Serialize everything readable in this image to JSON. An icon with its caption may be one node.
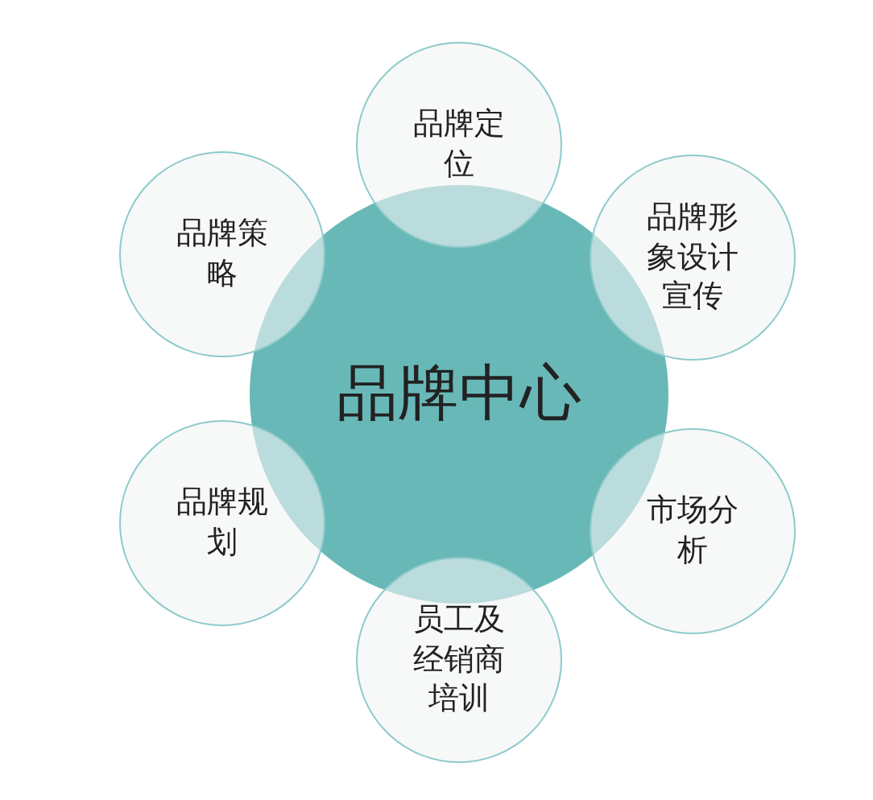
{
  "diagram": {
    "nodes": [
      {
        "text": [
          "品牌中心"
        ]
      },
      {
        "text": [
          "品牌定位"
        ]
      },
      {
        "text": [
          "品牌形象设计宣传"
        ]
      },
      {
        "text": [
          "市场分析"
        ]
      },
      {
        "text": [
          "员工及经销商培训"
        ]
      },
      {
        "text": [
          "品牌规划"
        ]
      },
      {
        "text": [
          "品牌策略"
        ]
      }
    ]
  }
}
